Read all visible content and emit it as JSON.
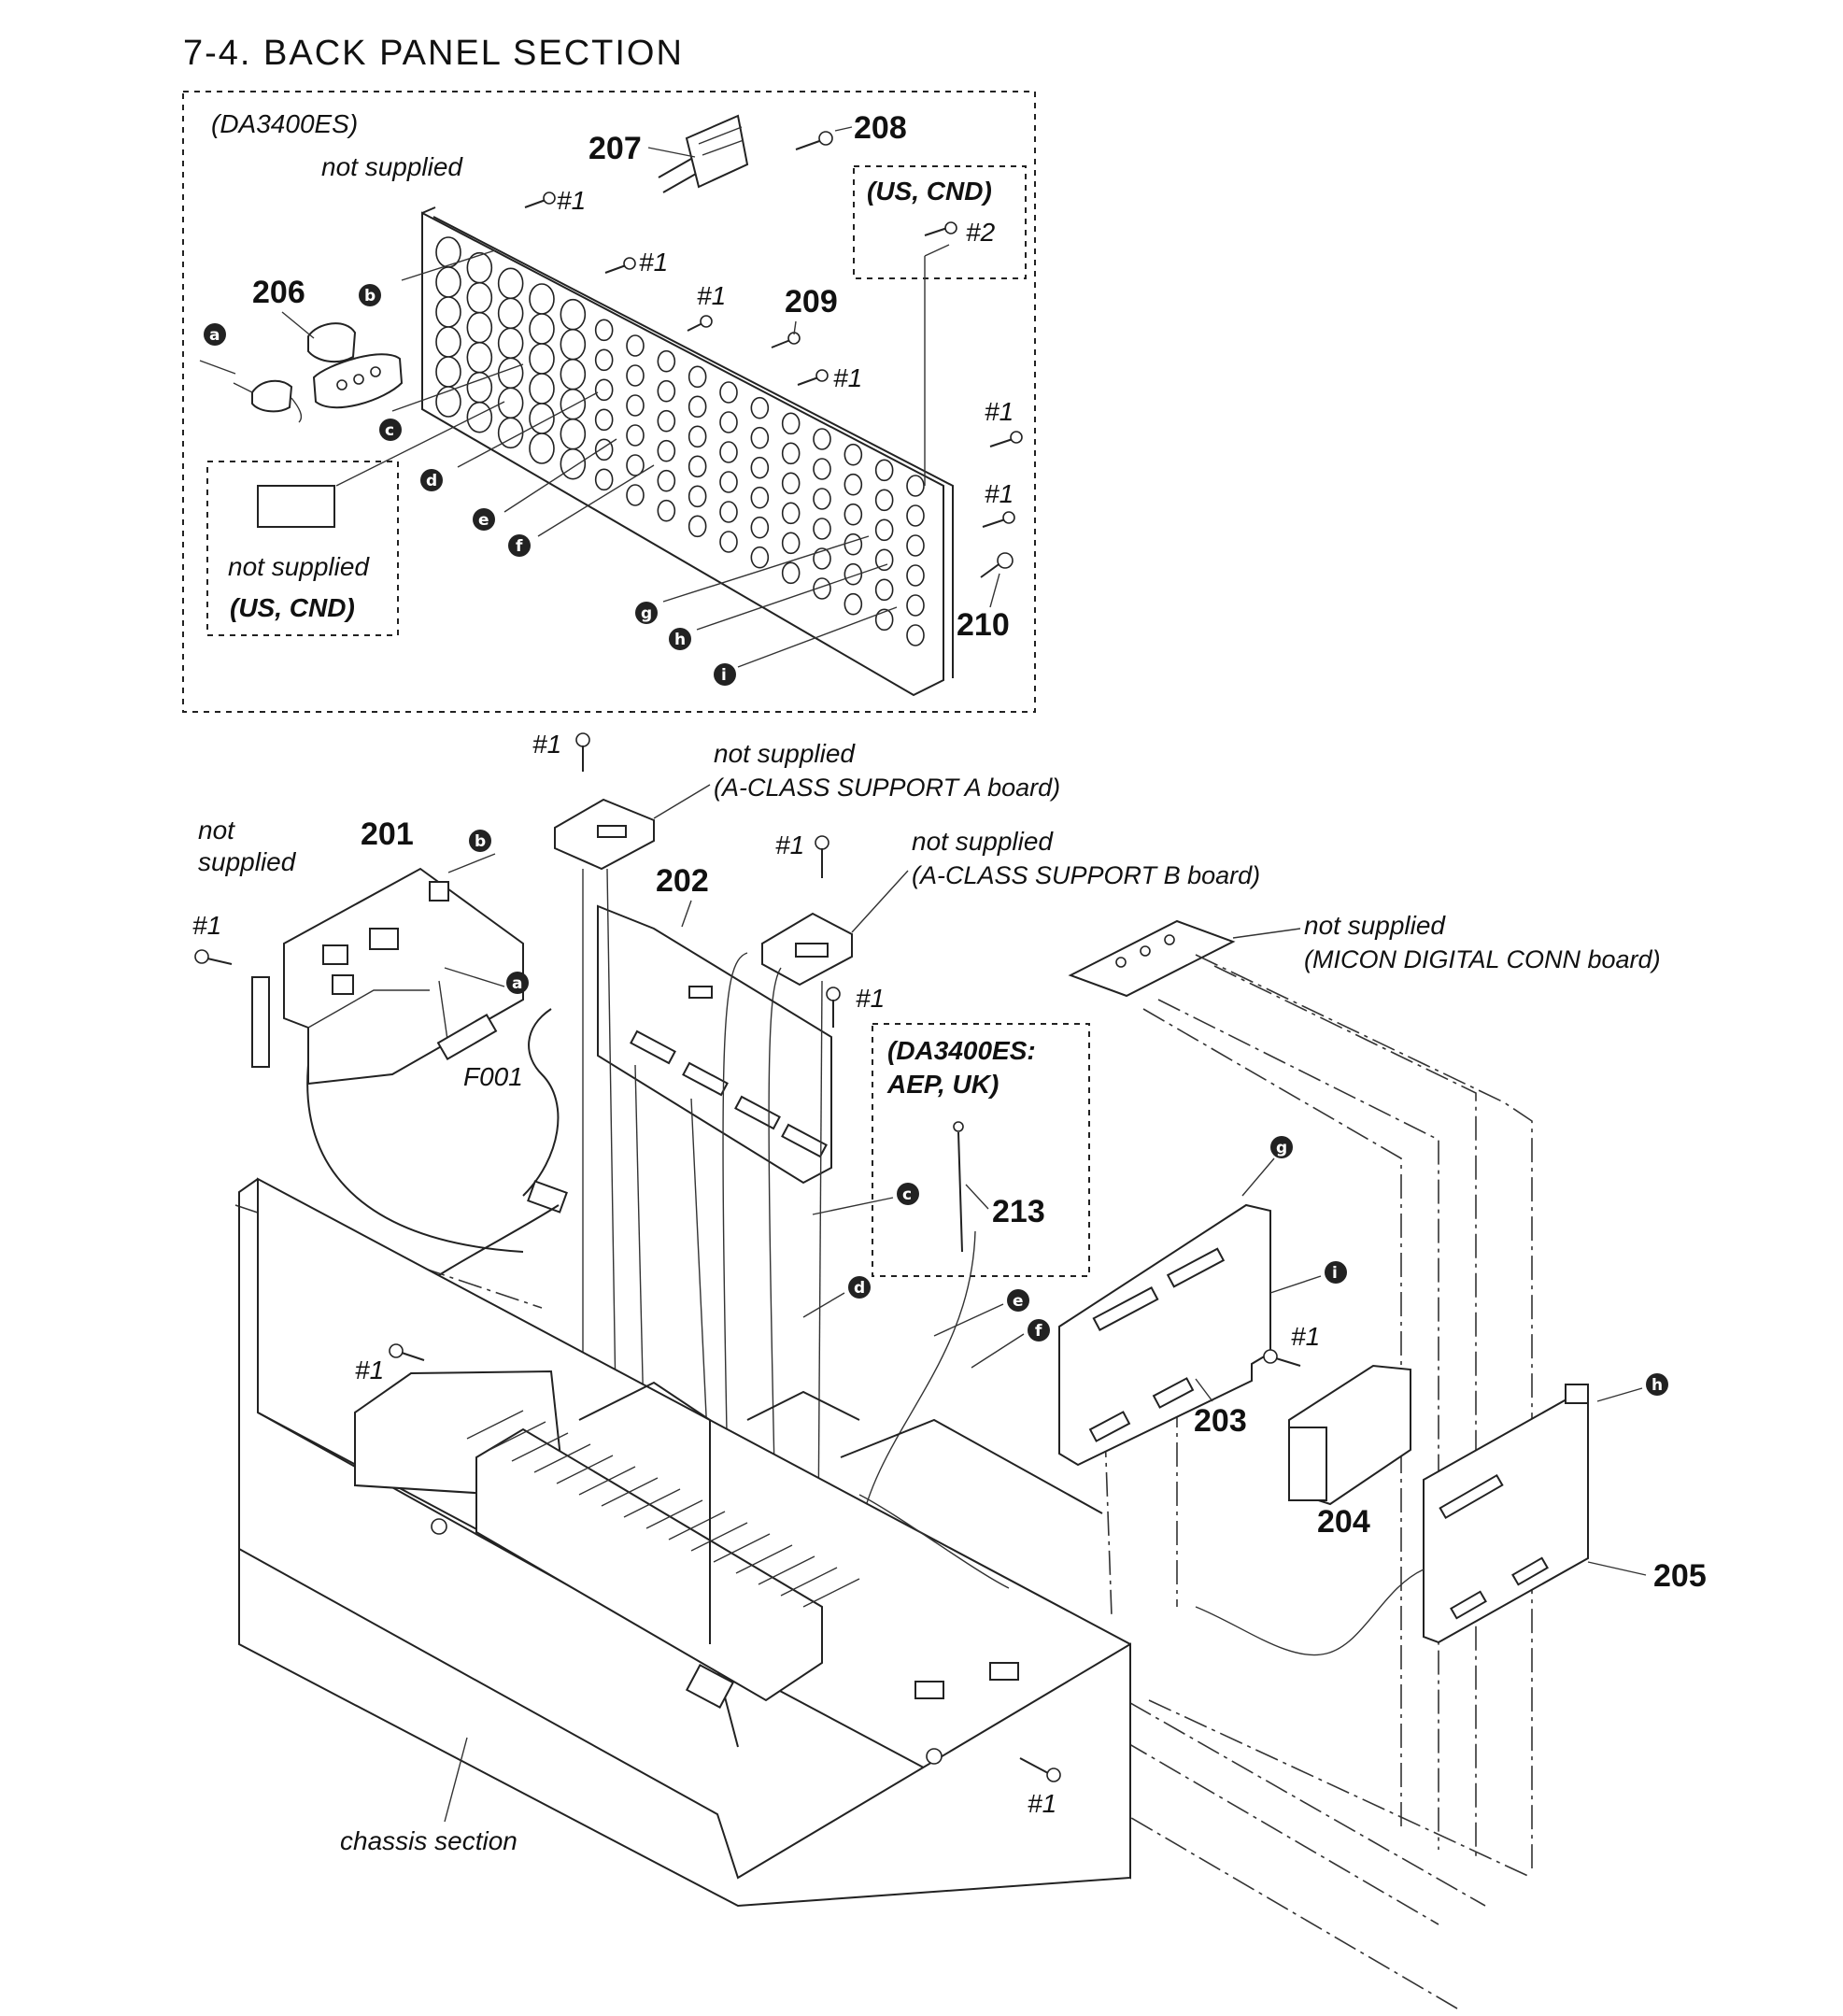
{
  "title": "7-4.   BACK PANEL SECTION",
  "part_numbers": {
    "p201": "201",
    "p202": "202",
    "p203": "203",
    "p204": "204",
    "p205": "205",
    "p206": "206",
    "p207": "207",
    "p208": "208",
    "p209": "209",
    "p210": "210",
    "p213": "213"
  },
  "annotations": {
    "model_da3400es": "(DA3400ES)",
    "not_supplied": "not supplied",
    "us_cnd": "(US, CND)",
    "screw_1": "#1",
    "screw_2": "#2",
    "not": "not",
    "supplied": "supplied",
    "class_a_board": "(A-CLASS SUPPORT A board)",
    "class_b_board": "(A-CLASS SUPPORT B board)",
    "micon_board": "(MICON DIGITAL CONN board)",
    "da3400es_aep_uk_1": "(DA3400ES:",
    "da3400es_aep_uk_2": "AEP, UK)",
    "fuse": "F001",
    "chassis_section": "chassis section"
  },
  "refs": {
    "a": "a",
    "b": "b",
    "c": "c",
    "d": "d",
    "e": "e",
    "f": "f",
    "g": "g",
    "h": "h",
    "i": "i"
  }
}
